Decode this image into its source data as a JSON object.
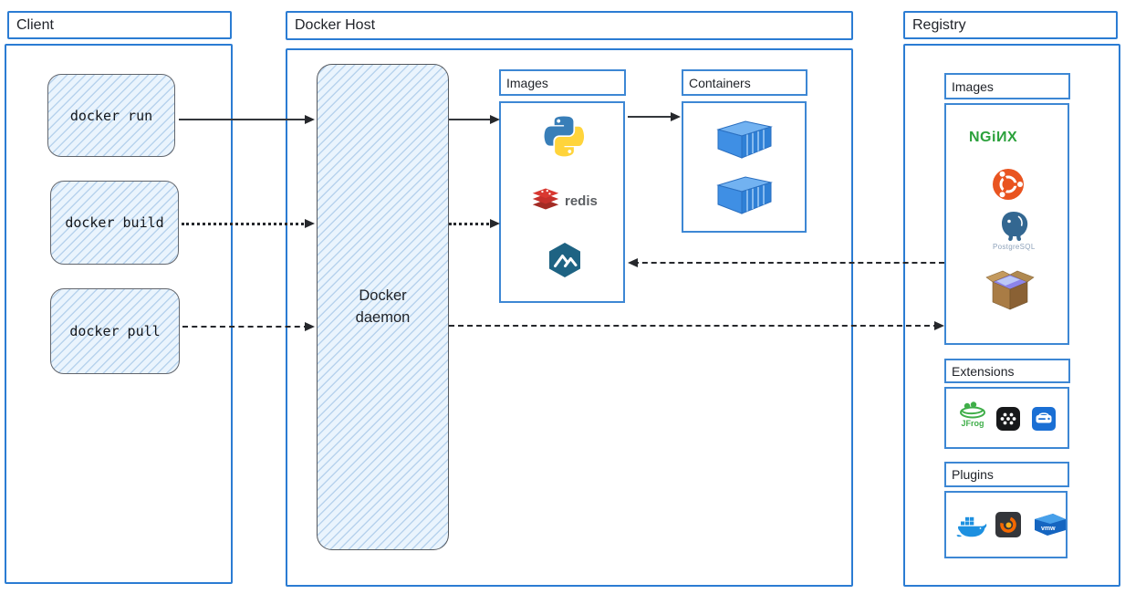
{
  "diagram": {
    "client": {
      "title": "Client",
      "commands": [
        {
          "label": "docker run"
        },
        {
          "label": "docker build"
        },
        {
          "label": "docker pull"
        }
      ]
    },
    "docker_host": {
      "title": "Docker Host",
      "daemon_label": "Docker daemon",
      "images_panel": {
        "title": "Images",
        "icons": [
          "python-icon",
          "redis-icon",
          "alpine-icon"
        ]
      },
      "containers_panel": {
        "title": "Containers",
        "icons": [
          "container-icon",
          "container-icon"
        ]
      }
    },
    "registry": {
      "title": "Registry",
      "images_panel": {
        "title": "Images",
        "icons": [
          "nginx-wordmark",
          "ubuntu-icon",
          "postgresql-icon",
          "busybox-icon"
        ]
      },
      "extensions_panel": {
        "title": "Extensions",
        "icons": [
          "jfrog-icon",
          "dots-grid-icon",
          "nas-icon"
        ]
      },
      "plugins_panel": {
        "title": "Plugins",
        "icons": [
          "docker-whale-icon",
          "grafana-icon",
          "vmware-icon"
        ]
      }
    },
    "wordmarks": {
      "redis": "redis",
      "nginx": "NGiИX",
      "postgresql": "PostgreSQL",
      "jfrog": "JFrog",
      "vmware": "vmw"
    },
    "arrows": [
      {
        "from": "docker-run",
        "to": "docker-daemon",
        "style": "solid"
      },
      {
        "from": "docker-daemon",
        "to": "host-images",
        "style": "solid"
      },
      {
        "from": "host-images",
        "to": "containers",
        "style": "solid"
      },
      {
        "from": "docker-build",
        "to": "docker-daemon",
        "style": "dotted"
      },
      {
        "from": "docker-daemon",
        "to": "host-images",
        "style": "dotted"
      },
      {
        "from": "docker-pull",
        "to": "docker-daemon",
        "style": "dashed"
      },
      {
        "from": "docker-daemon",
        "to": "registry-images",
        "style": "dashed"
      },
      {
        "from": "registry-images",
        "to": "host-images",
        "style": "dashed"
      }
    ],
    "colors": {
      "border_blue": "#2b7cd3",
      "arrow_dark": "#26282c",
      "nginx_green": "#2ca13c",
      "ubuntu_orange": "#e95420",
      "redis_red": "#c6302b",
      "python_blue": "#387eb8",
      "python_yellow": "#ffd43b",
      "postgres_blue": "#336791",
      "docker_blue": "#1d90e0",
      "container_blue": "#3b8de8"
    }
  }
}
